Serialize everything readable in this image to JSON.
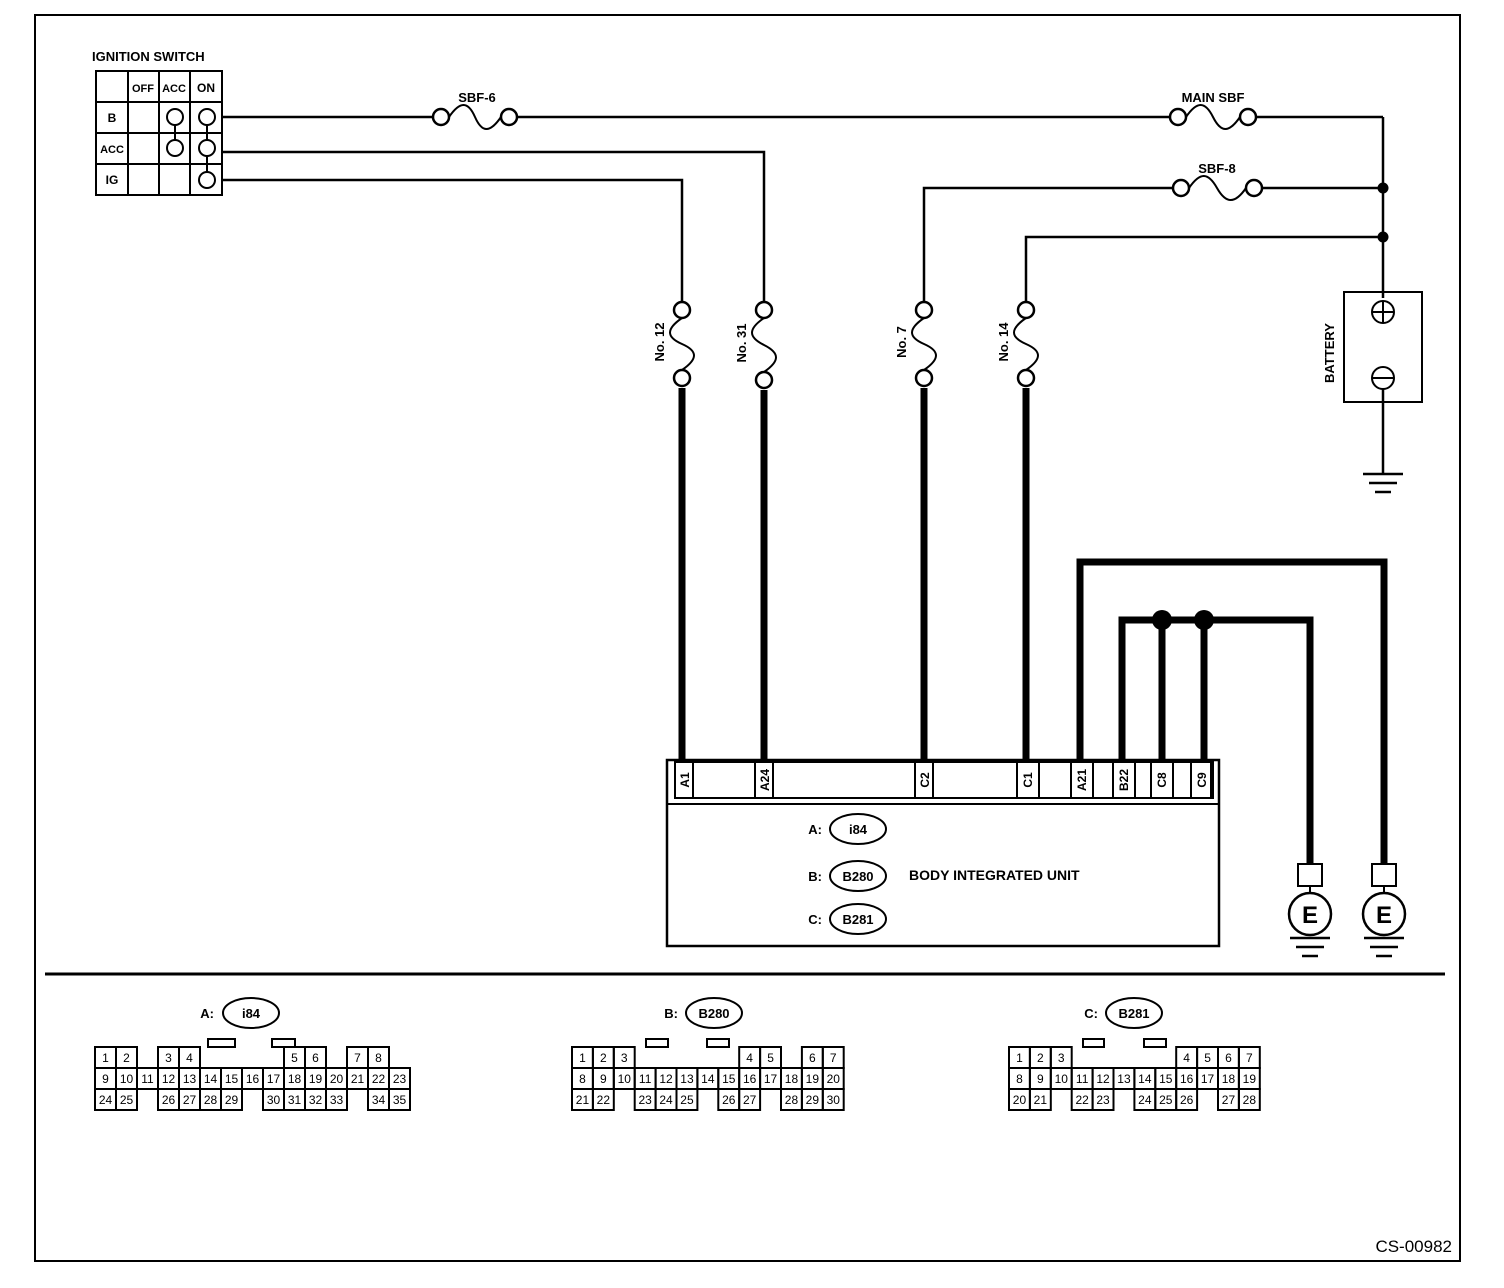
{
  "ignition_switch": {
    "title": "IGNITION SWITCH",
    "columns": [
      "OFF",
      "ACC",
      "ON"
    ],
    "rows": [
      "B",
      "ACC",
      "IG"
    ]
  },
  "fuses": {
    "sbf6": "SBF-6",
    "main_sbf": "MAIN SBF",
    "sbf8": "SBF-8",
    "no12": "No. 12",
    "no31": "No. 31",
    "no7": "No. 7",
    "no14": "No. 14"
  },
  "battery": {
    "label": "BATTERY"
  },
  "unit": {
    "name": "BODY INTEGRATED UNIT",
    "pins": [
      "A1",
      "A24",
      "C2",
      "C1",
      "A21",
      "B22",
      "C8",
      "C9"
    ],
    "connectors": [
      {
        "prefix": "A:",
        "code": "i84"
      },
      {
        "prefix": "B:",
        "code": "B280"
      },
      {
        "prefix": "C:",
        "code": "B281"
      }
    ]
  },
  "ground": {
    "label": "E"
  },
  "connector_views": [
    {
      "prefix": "A:",
      "code": "i84",
      "rows": [
        [
          "1",
          "2",
          "",
          "3",
          "4",
          "",
          "",
          "",
          "",
          "5",
          "6",
          "",
          "7",
          "8"
        ],
        [
          "9",
          "10",
          "11",
          "12",
          "13",
          "14",
          "15",
          "16",
          "17",
          "18",
          "19",
          "20",
          "21",
          "22",
          "23"
        ],
        [
          "24",
          "25",
          "",
          "26",
          "27",
          "28",
          "29",
          "",
          "30",
          "31",
          "32",
          "33",
          "",
          "34",
          "35"
        ]
      ]
    },
    {
      "prefix": "B:",
      "code": "B280",
      "rows": [
        [
          "1",
          "2",
          "3",
          "",
          "",
          "",
          "",
          "",
          "4",
          "5",
          "",
          "6",
          "7"
        ],
        [
          "8",
          "9",
          "10",
          "11",
          "12",
          "13",
          "14",
          "15",
          "16",
          "17",
          "18",
          "19",
          "20"
        ],
        [
          "21",
          "22",
          "",
          "23",
          "24",
          "25",
          "",
          "26",
          "27",
          "",
          "28",
          "29",
          "30"
        ]
      ]
    },
    {
      "prefix": "C:",
      "code": "B281",
      "rows": [
        [
          "1",
          "2",
          "3",
          "",
          "",
          "",
          "",
          "",
          "4",
          "5",
          "6",
          "7"
        ],
        [
          "8",
          "9",
          "10",
          "11",
          "12",
          "13",
          "14",
          "15",
          "16",
          "17",
          "18",
          "19"
        ],
        [
          "20",
          "21",
          "",
          "22",
          "23",
          "",
          "24",
          "25",
          "26",
          "",
          "27",
          "28"
        ]
      ]
    }
  ],
  "figure_id": "CS-00982"
}
